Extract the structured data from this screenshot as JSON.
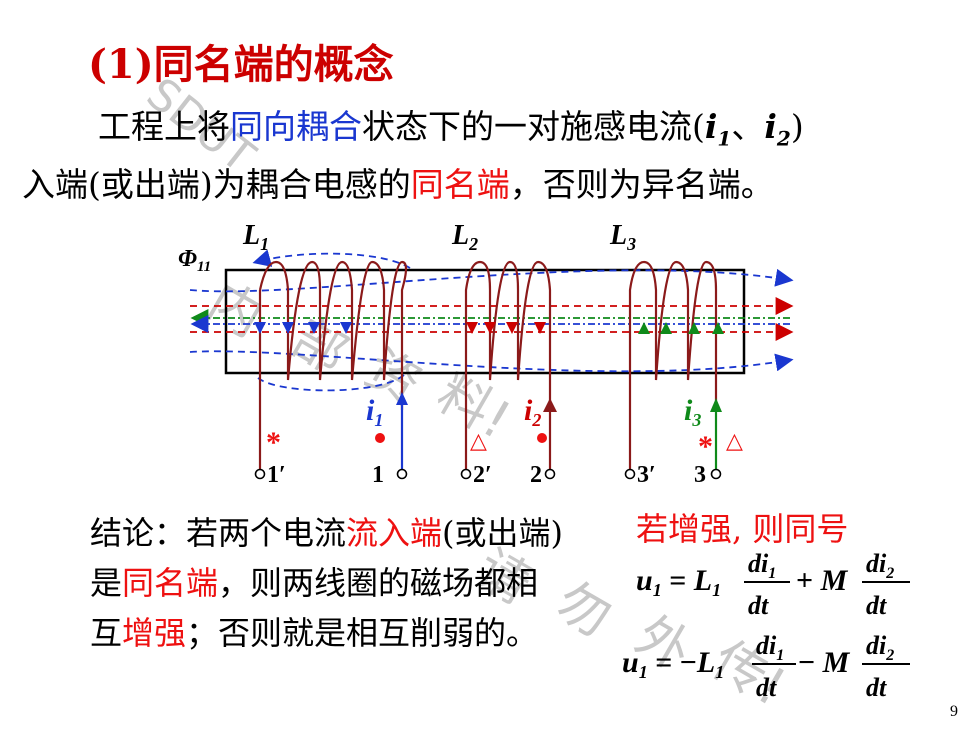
{
  "title": "(1)同名端的概念",
  "intro": {
    "line1_pre": "工程上将",
    "line1_hl": "同向耦合",
    "line1_mid": "状态下的一对施感电流(",
    "i1": "i",
    "i2": "i",
    "sep": "、",
    "line1_end": ")",
    "line2_pre": "入端(或出端)为耦合电感的",
    "line2_hl": "同名端",
    "line2_end": "，否则为异名端。"
  },
  "diagram": {
    "coil_labels": [
      "L1",
      "L2",
      "L3"
    ],
    "flux_label": "Φ11",
    "currents": [
      "i1",
      "i2",
      "i3"
    ],
    "terminals": [
      "1′",
      "1",
      "2′",
      "2",
      "3′",
      "3"
    ],
    "marks": [
      "*",
      "•",
      "△",
      "•",
      "*",
      "△"
    ],
    "colors": {
      "coil": "#8b1a1a",
      "blue": "#1a37d0",
      "red": "#cc0000",
      "green": "#0f8a1a",
      "core": "#000000"
    }
  },
  "conclusion": {
    "p1": "结论：若两个电流",
    "h1": "流入端",
    "p2": "(或出端)是",
    "h2": "同名端",
    "p3": "，则两线圈的磁场都相互",
    "h3": "增强",
    "p4": "；否则就是相互削弱的。"
  },
  "enhance_label": "若增强, 则同号",
  "equations": [
    {
      "lhs": "u",
      "sign": "=",
      "L": "L",
      "op": "+",
      "M": "M"
    },
    {
      "lhs": "u",
      "sign": "= −",
      "L": "L",
      "op": "−",
      "M": "M"
    }
  ],
  "frac": {
    "num1": "di",
    "num2": "di",
    "den": "dt"
  },
  "watermark": [
    "SDUT",
    "内",
    "部",
    "资",
    "料!",
    "请",
    "勿",
    "外",
    "传!"
  ],
  "page_number": "9"
}
